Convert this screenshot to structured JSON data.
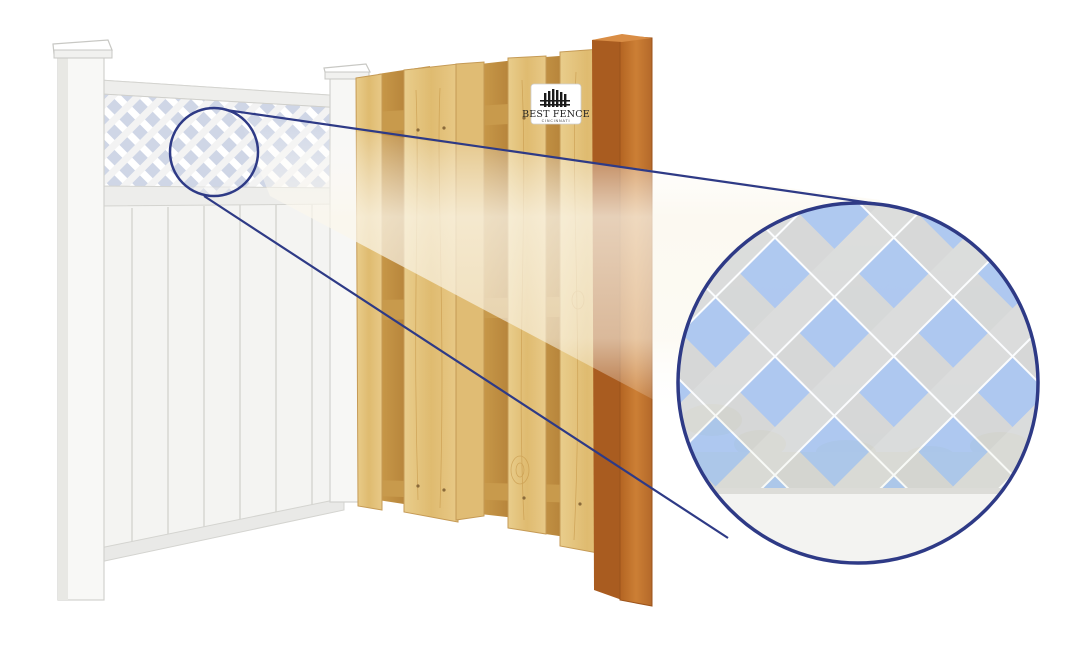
{
  "image": {
    "subject": "Split fence illustration: white vinyl privacy fence with lattice top and a wooden board fence, with a circular magnified view of the lattice",
    "palette": {
      "vinyl_white": "#f7f7f5",
      "vinyl_shadow": "#dcdcd8",
      "lattice_gray": "#d4d4d2",
      "wood_light": "#e6c98a",
      "wood_mid": "#d2a95c",
      "wood_dark": "#b8863c",
      "cedar_post": "#c5772e",
      "magnifier_ring": "#2e3a86",
      "sky_blue": "#a9c6f2"
    }
  },
  "sign": {
    "title": "BEST FENCE",
    "subtitle": "CINCINNATI",
    "icon": "fence-logo-icon"
  }
}
